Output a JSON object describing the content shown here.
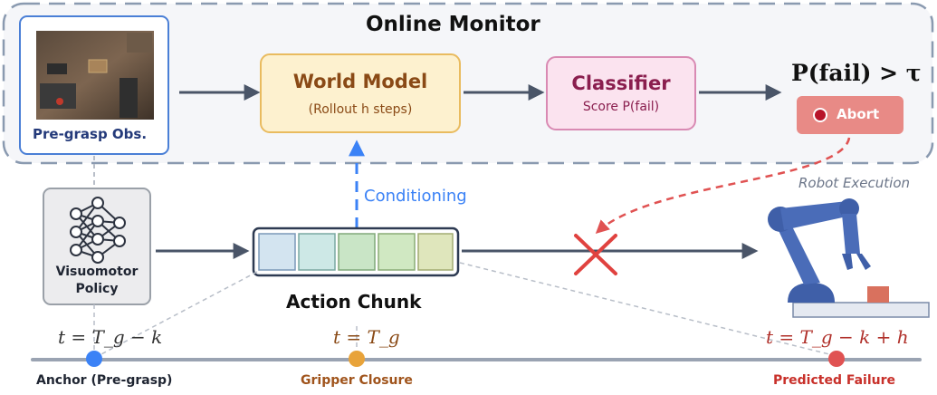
{
  "title": "Online Monitor",
  "observation": {
    "label": "Pre-grasp Obs."
  },
  "world_model": {
    "title": "World Model",
    "subtitle": "(Rollout h steps)"
  },
  "classifier": {
    "title": "Classifier",
    "subtitle": "Score P(fail)"
  },
  "decision": {
    "expression": "P(fail) > τ",
    "abort_label": "Abort"
  },
  "conditioning_label": "Conditioning",
  "policy": {
    "label_line1": "Visuomotor",
    "label_line2": "Policy"
  },
  "action_chunk": {
    "label": "Action Chunk",
    "cells": 5
  },
  "robot": {
    "label": "Robot Execution"
  },
  "timeline": {
    "anchor": {
      "time": "t = T_g − k",
      "label": "Anchor (Pre-grasp)"
    },
    "gripper": {
      "time": "t = T_g",
      "label": "Gripper Closure"
    },
    "failure": {
      "time": "t = T_g − k + h",
      "label": "Predicted Failure"
    }
  },
  "colors": {
    "anchor": "#3b82f6",
    "gripper": "#e8a33a",
    "failure": "#e05252",
    "world_model_fill": "#fdf1cf",
    "classifier_fill": "#fbe3ef",
    "abort_fill": "#e88a86",
    "conditioning": "#3b82f6"
  }
}
